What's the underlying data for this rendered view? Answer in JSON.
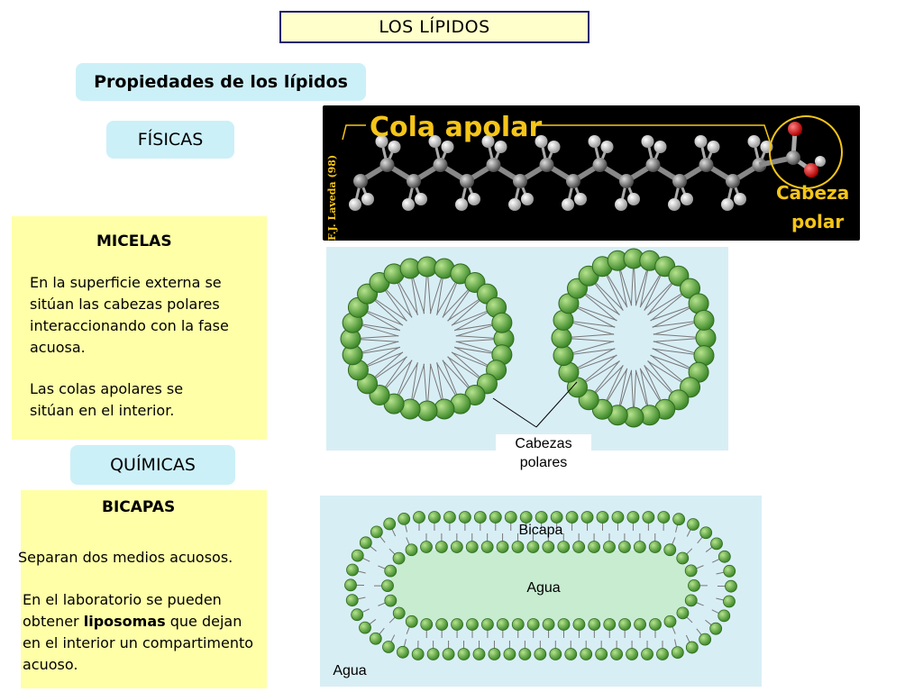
{
  "title": "LOS LÍPIDOS",
  "properties_label": "Propiedades de los lípidos",
  "fisicas_label": "FÍSICAS",
  "quimicas_label": "QUÍMICAS",
  "micelas": {
    "heading": "MICELAS",
    "para1": "En la superficie externa se sitúan  las cabezas polares interaccionando con la fase acuosa.",
    "para2": "Las colas apolares se sitúan en el interior."
  },
  "bicapas": {
    "heading": "BICAPAS",
    "para1": "Separan dos medios acuosos.",
    "para2_before": "En el laboratorio se pueden obtener ",
    "para2_bold": "liposomas",
    "para2_after": " que dejan en el interior un compartimento acuoso."
  },
  "lipid_figure": {
    "tail_label": "Cola apolar",
    "head_label_1": "Cabeza",
    "head_label_2": "polar",
    "credit": "F.J. Laveda (98)"
  },
  "micelle_figure": {
    "label_1": "Cabezas",
    "label_2": "polares"
  },
  "bilayer_figure": {
    "bilayer_label": "Bicapa",
    "inner_water_label": "Agua",
    "outer_water_label": "Agua"
  },
  "colors": {
    "head_green": "#6ab04c",
    "tail_gray": "#9a9a9a",
    "label_yellow": "#f5c518"
  }
}
